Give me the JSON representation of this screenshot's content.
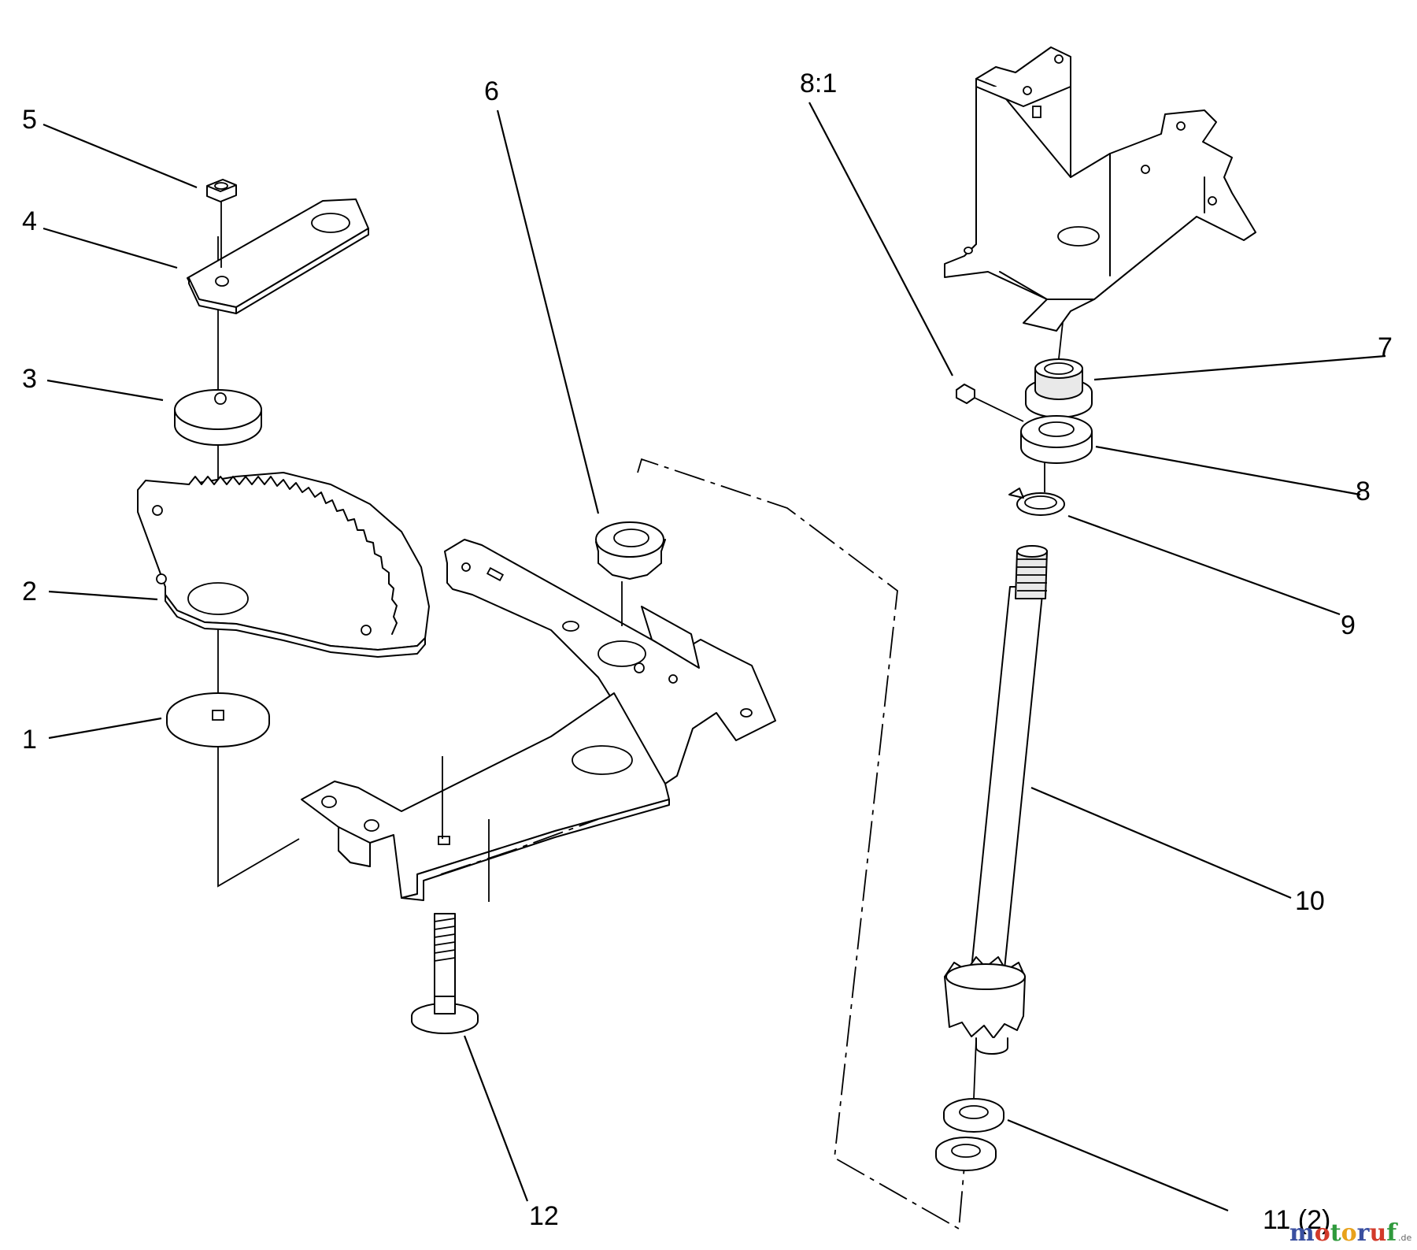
{
  "callouts": [
    {
      "id": "1",
      "label": "1"
    },
    {
      "id": "2",
      "label": "2"
    },
    {
      "id": "3",
      "label": "3"
    },
    {
      "id": "4",
      "label": "4"
    },
    {
      "id": "5",
      "label": "5"
    },
    {
      "id": "6",
      "label": "6"
    },
    {
      "id": "7",
      "label": "7"
    },
    {
      "id": "8",
      "label": "8"
    },
    {
      "id": "8-1",
      "label": "8:1"
    },
    {
      "id": "9",
      "label": "9"
    },
    {
      "id": "10",
      "label": "10"
    },
    {
      "id": "11",
      "label": "11 (2)"
    },
    {
      "id": "12",
      "label": "12"
    }
  ],
  "watermark": {
    "letters": [
      "m",
      "o",
      "t",
      "o",
      "r",
      "u",
      "f"
    ],
    "colors": [
      "#3a4fa0",
      "#d23a2a",
      "#2f9a3c",
      "#e8a21c",
      "#3a4fa0",
      "#d23a2a",
      "#2f9a3c"
    ],
    "suffix": ".de"
  }
}
